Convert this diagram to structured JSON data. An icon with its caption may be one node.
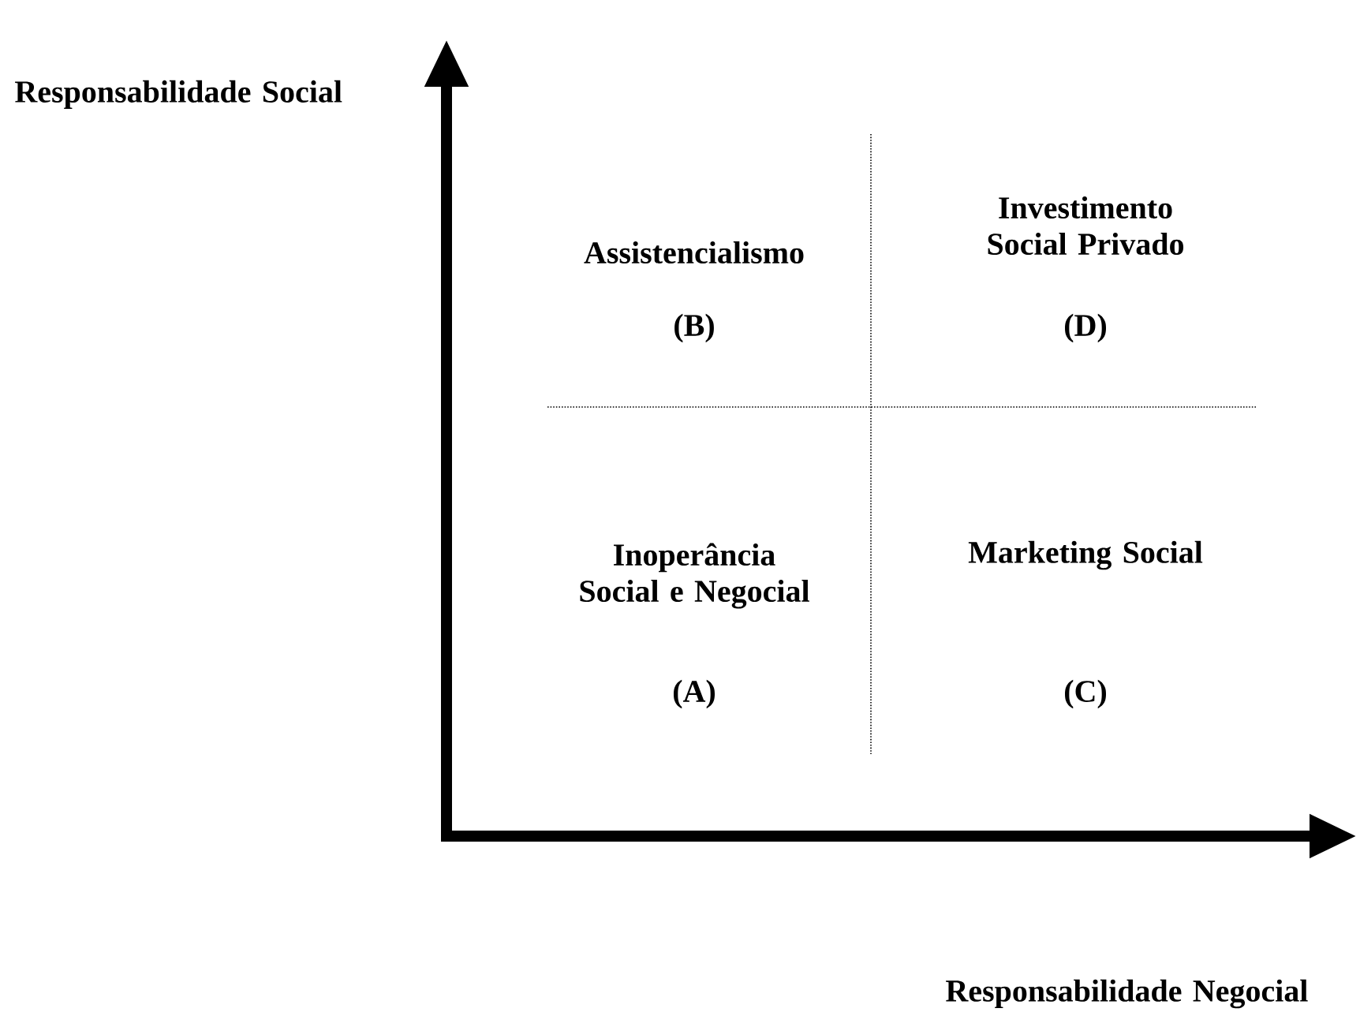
{
  "diagram": {
    "labels": [
      "Responsabilidade Social",
      "Assistencialismo",
      "Investimento Social Privado",
      "(B)",
      "(D)",
      "Inoperância Social e Negocial",
      "Marketing Social",
      "(A)",
      "(C)",
      "Responsabilidade Negocial"
    ]
  }
}
